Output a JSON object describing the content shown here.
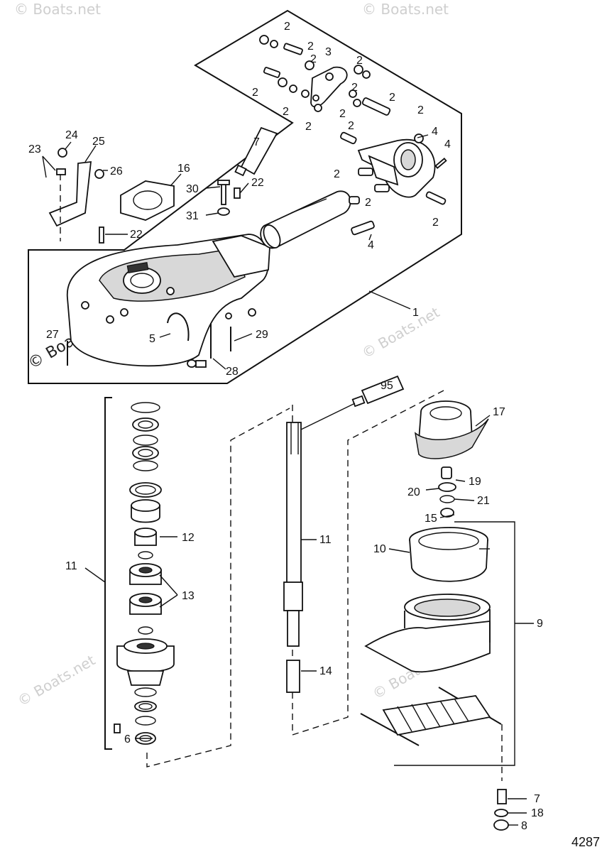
{
  "watermark": "© Boats.net",
  "figure_number": "4287",
  "tube_labels": {
    "sealant_tube_a": "7",
    "sealant_tube_b": "95"
  },
  "callouts": [
    {
      "id": "c1",
      "text": "1"
    },
    {
      "id": "c2a",
      "text": "2"
    },
    {
      "id": "c2b",
      "text": "2"
    },
    {
      "id": "c2c",
      "text": "2"
    },
    {
      "id": "c2d",
      "text": "2"
    },
    {
      "id": "c2e",
      "text": "2"
    },
    {
      "id": "c2f",
      "text": "2"
    },
    {
      "id": "c2g",
      "text": "2"
    },
    {
      "id": "c2h",
      "text": "2"
    },
    {
      "id": "c2i",
      "text": "2"
    },
    {
      "id": "c2j",
      "text": "2"
    },
    {
      "id": "c2k",
      "text": "2"
    },
    {
      "id": "c2l",
      "text": "2"
    },
    {
      "id": "c2m",
      "text": "2"
    },
    {
      "id": "c2n",
      "text": "2"
    },
    {
      "id": "c2o",
      "text": "2"
    },
    {
      "id": "c3",
      "text": "3"
    },
    {
      "id": "c4a",
      "text": "4"
    },
    {
      "id": "c4b",
      "text": "4"
    },
    {
      "id": "c4c",
      "text": "4"
    },
    {
      "id": "c5",
      "text": "5"
    },
    {
      "id": "c6",
      "text": "6"
    },
    {
      "id": "c7",
      "text": "7"
    },
    {
      "id": "c8",
      "text": "8"
    },
    {
      "id": "c9",
      "text": "9"
    },
    {
      "id": "c10",
      "text": "10"
    },
    {
      "id": "c11a",
      "text": "11"
    },
    {
      "id": "c11b",
      "text": "11"
    },
    {
      "id": "c12",
      "text": "12"
    },
    {
      "id": "c13",
      "text": "13"
    },
    {
      "id": "c14",
      "text": "14"
    },
    {
      "id": "c15",
      "text": "15"
    },
    {
      "id": "c16",
      "text": "16"
    },
    {
      "id": "c17",
      "text": "17"
    },
    {
      "id": "c18",
      "text": "18"
    },
    {
      "id": "c19",
      "text": "19"
    },
    {
      "id": "c20",
      "text": "20"
    },
    {
      "id": "c21",
      "text": "21"
    },
    {
      "id": "c22a",
      "text": "22"
    },
    {
      "id": "c22b",
      "text": "22"
    },
    {
      "id": "c23",
      "text": "23"
    },
    {
      "id": "c24",
      "text": "24"
    },
    {
      "id": "c25",
      "text": "25"
    },
    {
      "id": "c26",
      "text": "26"
    },
    {
      "id": "c27",
      "text": "27"
    },
    {
      "id": "c28",
      "text": "28"
    },
    {
      "id": "c29",
      "text": "29"
    },
    {
      "id": "c30",
      "text": "30"
    },
    {
      "id": "c31",
      "text": "31"
    }
  ]
}
